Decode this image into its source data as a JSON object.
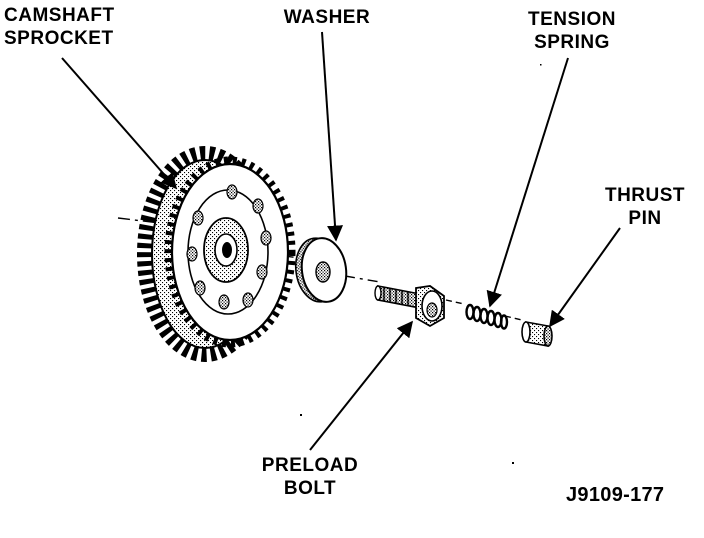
{
  "labels": {
    "camshaft_sprocket": {
      "line1": "CAMSHAFT",
      "line2": "SPROCKET"
    },
    "washer": "WASHER",
    "tension_spring": {
      "line1": "TENSION",
      "line2": "SPRING"
    },
    "thrust_pin": {
      "line1": "THRUST",
      "line2": "PIN"
    },
    "preload_bolt": {
      "line1": "PRELOAD",
      "line2": "BOLT"
    }
  },
  "figure_id": "J9109-177",
  "colors": {
    "ink": "#000000",
    "paper": "#ffffff",
    "shade": "#9a9a9a"
  }
}
